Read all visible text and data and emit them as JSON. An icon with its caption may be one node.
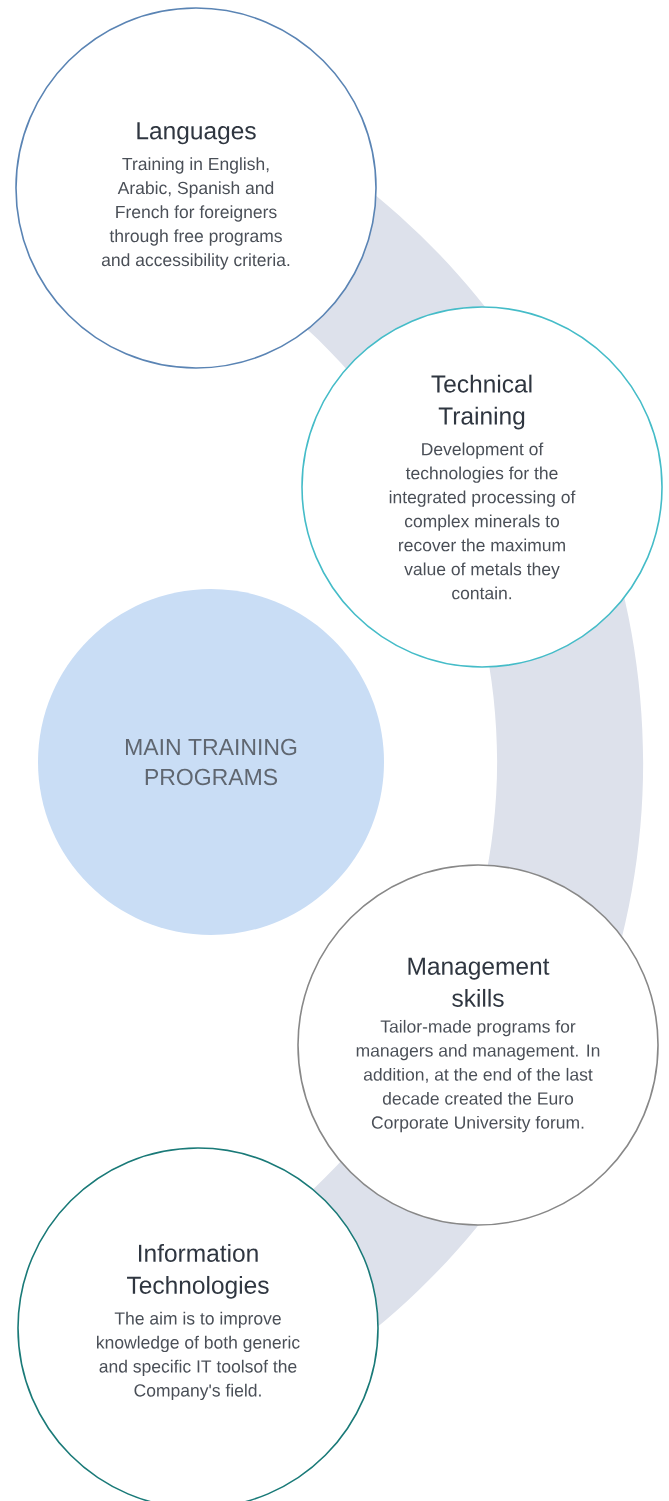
{
  "diagram": {
    "nodes": [
      {
        "text": [
          "Languages",
          "Training in English, Arabic, Spanish and French for foreigners through free programs and accessibility criteria."
        ]
      },
      {
        "text": [
          "Technical Training",
          "Development of technologies for the integrated processing of complex minerals to recover the maximum value of metals they contain."
        ]
      },
      {
        "text": [
          "MAIN TRAINING PROGRAMS"
        ]
      },
      {
        "text": [
          "Management skills",
          "Tailor-made programs for managers and management. In addition, at the end of the last decade created the Euro Corporate University forum."
        ]
      },
      {
        "text": [
          "Information Technologies",
          "The aim is to improve knowledge of both generic and specific IT toolsof the Company's field."
        ]
      }
    ]
  }
}
